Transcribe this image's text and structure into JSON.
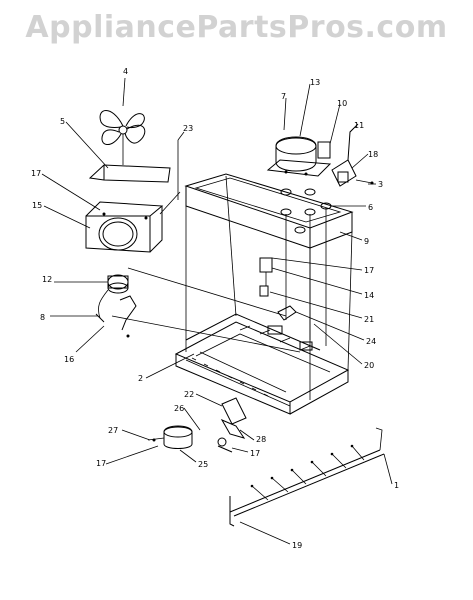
{
  "watermark": "AppliancePartsPros.com",
  "callouts": [
    "4",
    "5",
    "23",
    "17",
    "15",
    "12",
    "8",
    "16",
    "7",
    "13",
    "10",
    "11",
    "18",
    "3",
    "6",
    "9",
    "17",
    "14",
    "21",
    "24",
    "20",
    "2",
    "22",
    "26",
    "28",
    "17",
    "27",
    "17",
    "25",
    "1",
    "19"
  ]
}
